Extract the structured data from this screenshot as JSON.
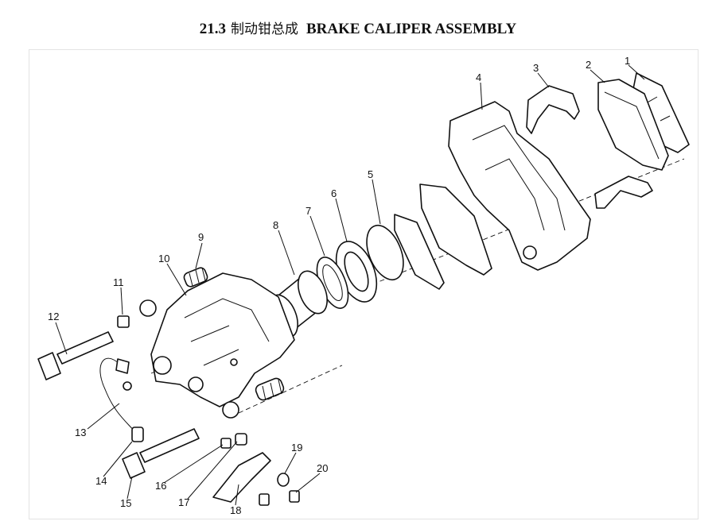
{
  "title": {
    "number": "21.3",
    "chinese": "制动钳总成",
    "english": "BRAKE CALIPER ASSEMBLY"
  },
  "callouts": [
    "1",
    "2",
    "3",
    "4",
    "5",
    "6",
    "7",
    "8",
    "9",
    "10",
    "11",
    "12",
    "13",
    "14",
    "15",
    "16",
    "17",
    "18",
    "19",
    "20"
  ]
}
